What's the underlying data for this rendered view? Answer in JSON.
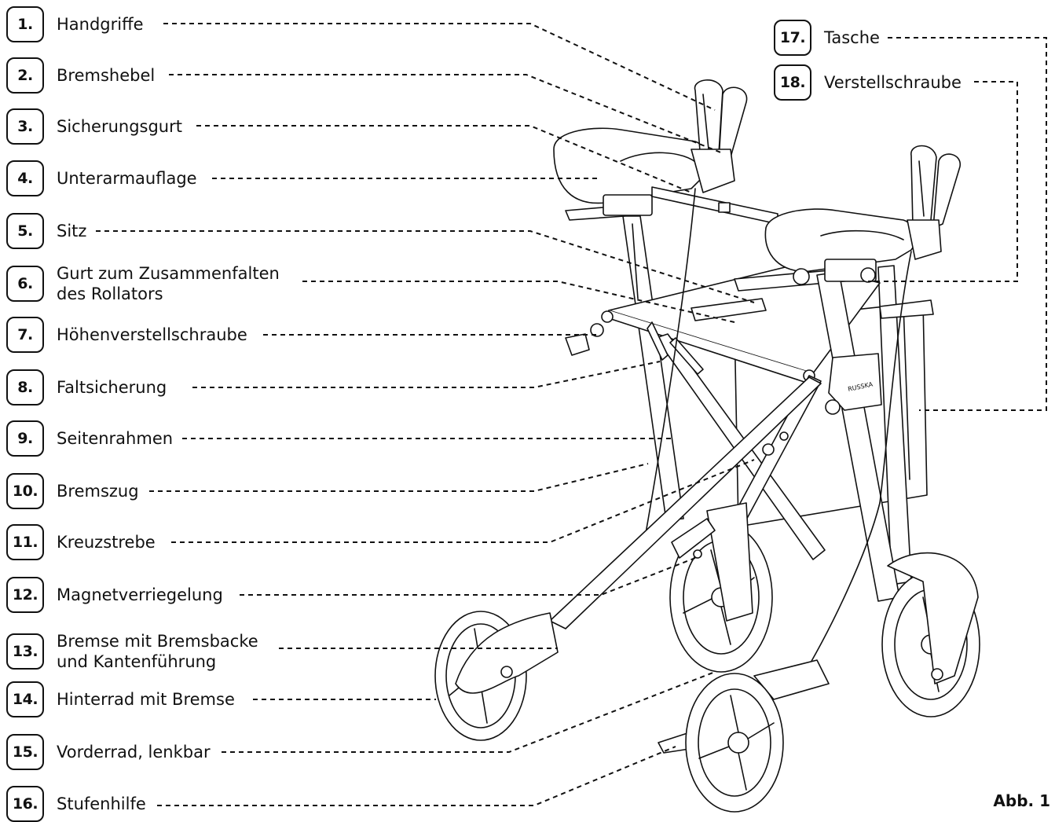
{
  "labels": [
    {
      "num": "1.",
      "text": "Handgriffe"
    },
    {
      "num": "2.",
      "text": "Bremshebel"
    },
    {
      "num": "3.",
      "text": "Sicherungsgurt"
    },
    {
      "num": "4.",
      "text": "Unterarmauflage"
    },
    {
      "num": "5.",
      "text": "Sitz"
    },
    {
      "num": "6.",
      "text": "Gurt zum Zusammenfalten\ndes Rollators"
    },
    {
      "num": "7.",
      "text": "Höhenverstellschraube"
    },
    {
      "num": "8.",
      "text": "Faltsicherung"
    },
    {
      "num": "9.",
      "text": "Seitenrahmen"
    },
    {
      "num": "10.",
      "text": "Bremszug"
    },
    {
      "num": "11.",
      "text": "Kreuzstrebe"
    },
    {
      "num": "12.",
      "text": "Magnetverriegelung"
    },
    {
      "num": "13.",
      "text": "Bremse mit Bremsbacke\nund Kantenführung"
    },
    {
      "num": "14.",
      "text": "Hinterrad mit Bremse"
    },
    {
      "num": "15.",
      "text": "Vorderrad, lenkbar"
    },
    {
      "num": "16.",
      "text": "Stufenhilfe"
    },
    {
      "num": "17.",
      "text": "Tasche"
    },
    {
      "num": "18.",
      "text": "Verstellschraube"
    }
  ],
  "brand_mark": "RUSSKA",
  "figure_label": "Abb. 1"
}
